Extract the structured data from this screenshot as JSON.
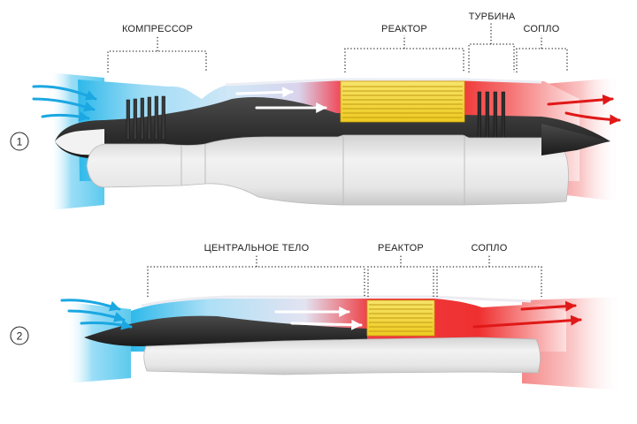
{
  "engine1": {
    "number": "1",
    "labels": {
      "compressor": "КОМПРЕССОР",
      "reactor": "РЕАКТОР",
      "turbine": "ТУРБИНА",
      "nozzle": "СОПЛО"
    }
  },
  "engine2": {
    "number": "2",
    "labels": {
      "central_body": "ЦЕНТРАЛЬНОЕ ТЕЛО",
      "reactor": "РЕАКТОР",
      "nozzle": "СОПЛО"
    }
  },
  "colors": {
    "intake": "#3fc0ea",
    "hot": "#ee2a2a",
    "reactor_fill": "#f3dc3c",
    "body": "#e4e4e4",
    "dark_core": "#262626"
  }
}
